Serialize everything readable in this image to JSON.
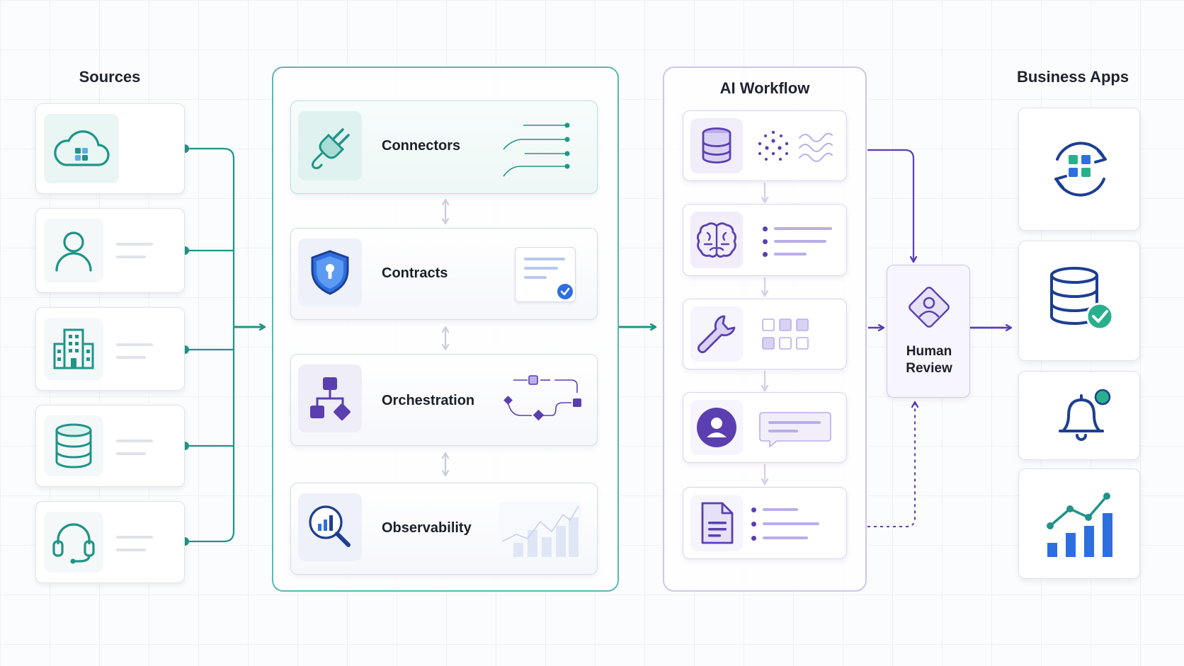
{
  "sources": {
    "title": "Sources",
    "items": [
      {
        "name": "cloud",
        "icon": "cloud-apps-icon"
      },
      {
        "name": "user",
        "icon": "user-icon"
      },
      {
        "name": "organization",
        "icon": "building-icon"
      },
      {
        "name": "database",
        "icon": "database-icon"
      },
      {
        "name": "support",
        "icon": "headset-icon"
      }
    ]
  },
  "platform": {
    "layers": [
      {
        "label": "Connectors",
        "icon": "plug-icon"
      },
      {
        "label": "Contracts",
        "icon": "shield-lock-icon"
      },
      {
        "label": "Orchestration",
        "icon": "flow-hierarchy-icon"
      },
      {
        "label": "Observability",
        "icon": "magnifier-chart-icon"
      }
    ]
  },
  "ai_workflow": {
    "title": "AI Workflow",
    "steps": [
      {
        "name": "data",
        "icon": "database-icon"
      },
      {
        "name": "model",
        "icon": "brain-icon"
      },
      {
        "name": "tools",
        "icon": "wrench-icon"
      },
      {
        "name": "agent",
        "icon": "user-chat-icon"
      },
      {
        "name": "output",
        "icon": "document-icon"
      }
    ]
  },
  "human_review": {
    "label_line1": "Human",
    "label_line2": "Review",
    "icon": "user-diamond-icon"
  },
  "business_apps": {
    "title": "Business Apps",
    "items": [
      {
        "name": "sync",
        "icon": "sync-apps-icon"
      },
      {
        "name": "database-verified",
        "icon": "database-check-icon"
      },
      {
        "name": "notifications",
        "icon": "bell-icon"
      },
      {
        "name": "analytics",
        "icon": "bar-chart-icon"
      }
    ]
  },
  "colors": {
    "teal": "#1f9488",
    "purple": "#5b3fb0",
    "blue": "#2e6fe0",
    "green": "#28b08c"
  }
}
